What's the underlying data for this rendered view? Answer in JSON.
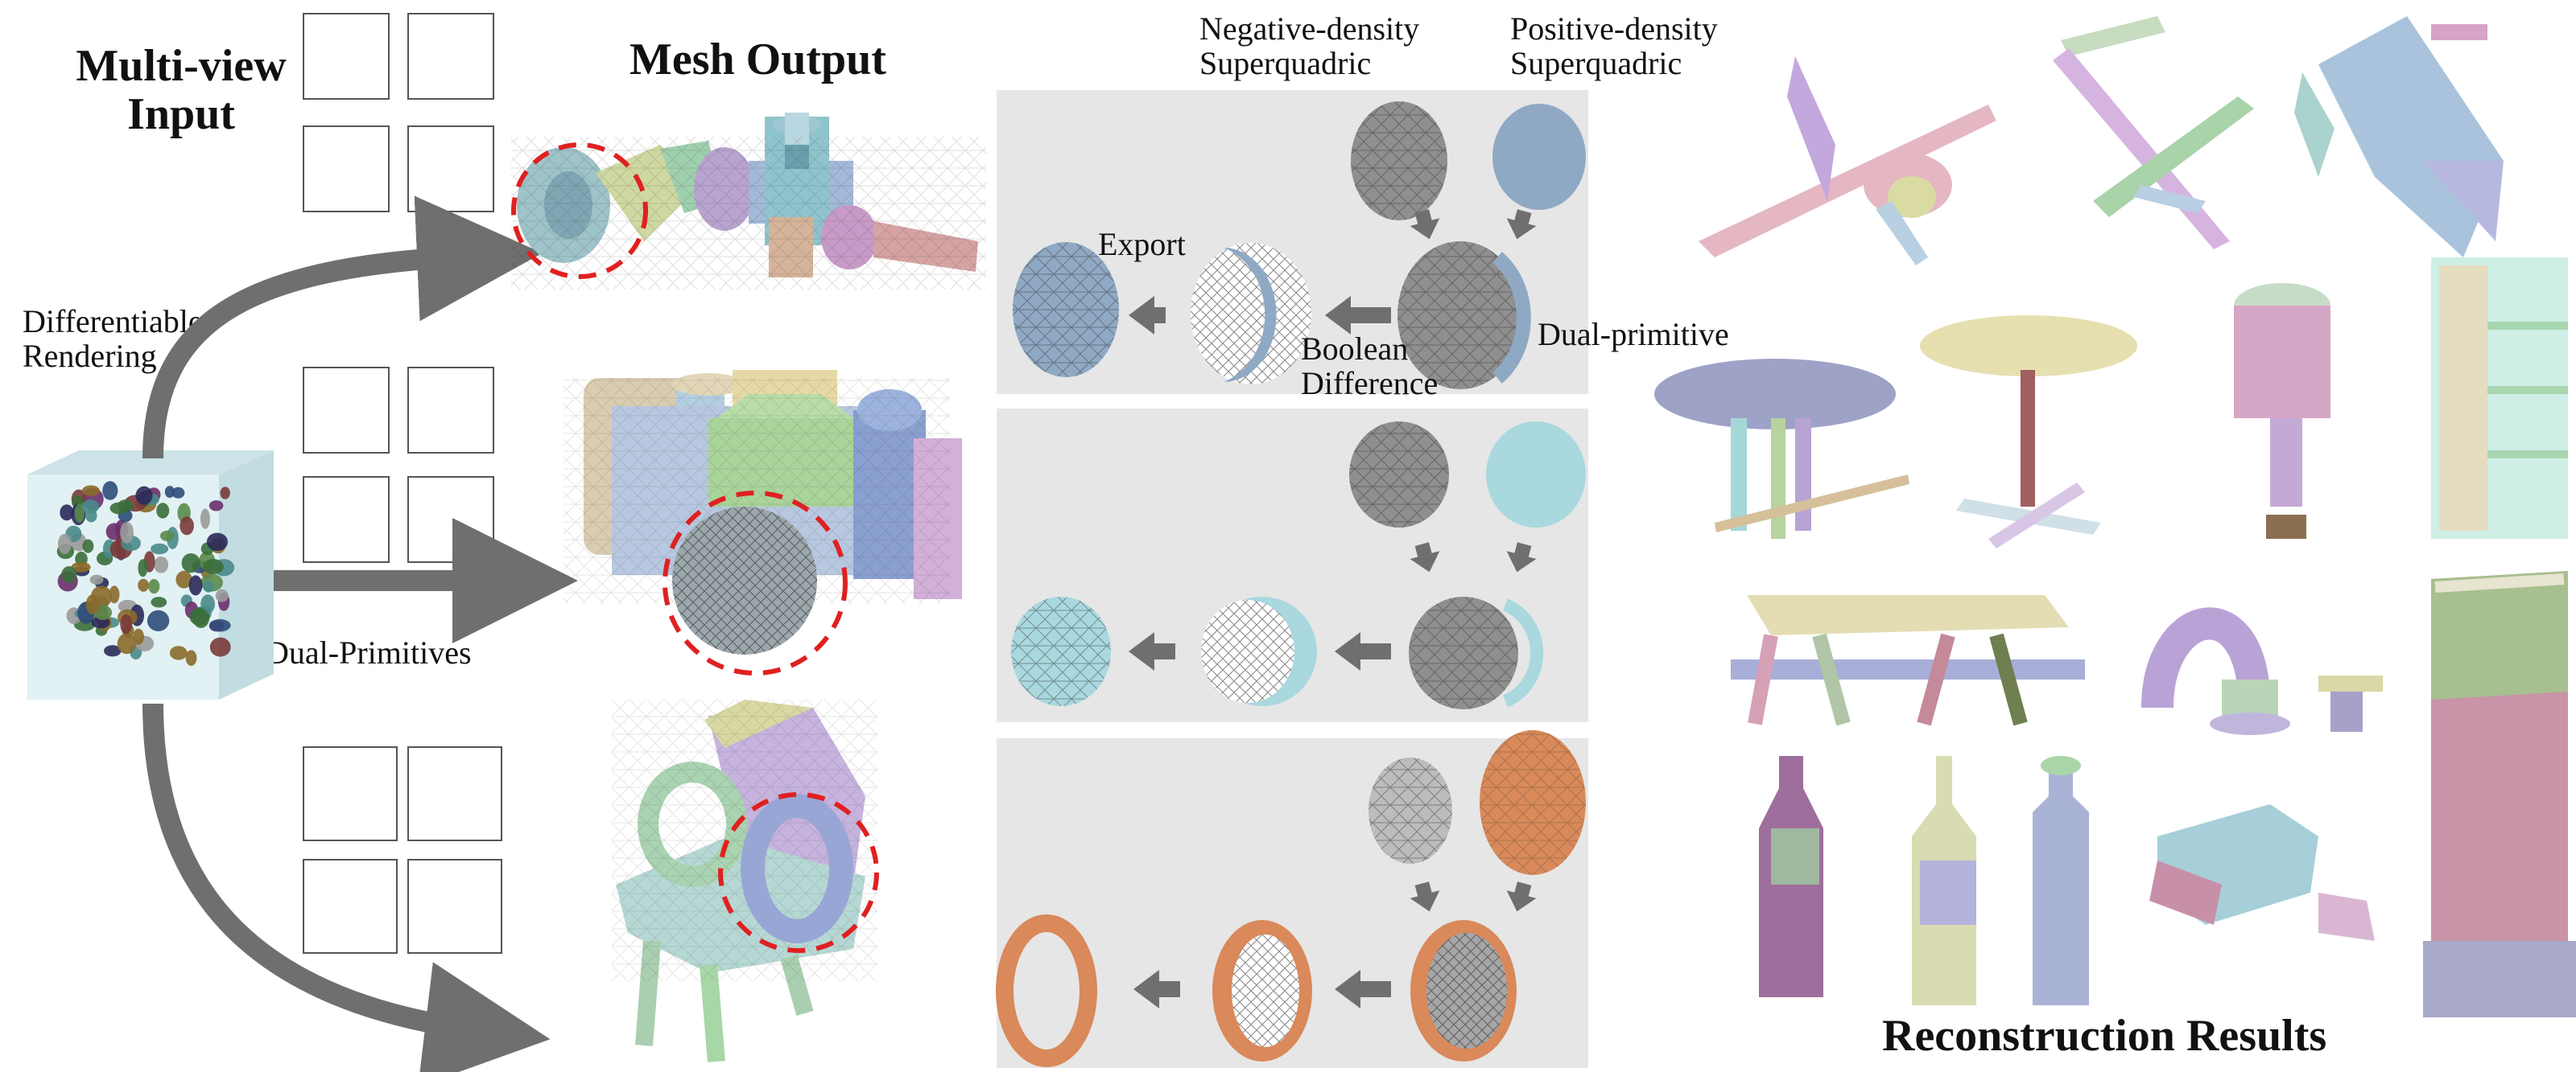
{
  "labels": {
    "multi_view_input": [
      "Multi-view",
      "Input"
    ],
    "mesh_output": "Mesh Output",
    "differentiable_rendering": [
      "Differentiable",
      "Rendering"
    ],
    "dual_primitives": "Dual-Primitives",
    "negative_density": [
      "Negative-density",
      "Superquadric"
    ],
    "positive_density": [
      "Positive-density",
      "Superquadric"
    ],
    "export": "Export",
    "boolean_difference": [
      "Boolean",
      "Difference"
    ],
    "dual_primitive": "Dual-primitive",
    "reconstruction_results": "Reconstruction Results"
  },
  "colors": {
    "panel_bg": "#e6e6e6",
    "arrow": "#6f6f6f",
    "highlight_circle": "#e02020",
    "negative_primitive": "#8f8f8f",
    "positive_blue": "#8fa9c4",
    "positive_cyan": "#a9d8df",
    "positive_orange": "#d9895a"
  }
}
